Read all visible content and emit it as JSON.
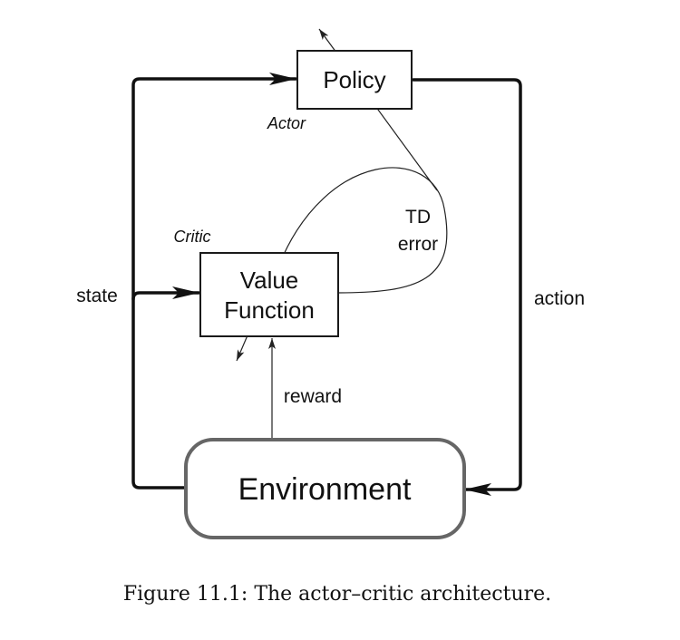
{
  "nodes": {
    "policy": "Policy",
    "value_function_line1": "Value",
    "value_function_line2": "Function",
    "environment": "Environment"
  },
  "roles": {
    "actor": "Actor",
    "critic": "Critic"
  },
  "signals": {
    "state": "state",
    "action": "action",
    "reward": "reward",
    "td_error_line1": "TD",
    "td_error_line2": "error"
  },
  "caption": "Figure 11.1: The actor–critic architecture.",
  "colors": {
    "line": "#111111",
    "environment_border": "#666666"
  }
}
